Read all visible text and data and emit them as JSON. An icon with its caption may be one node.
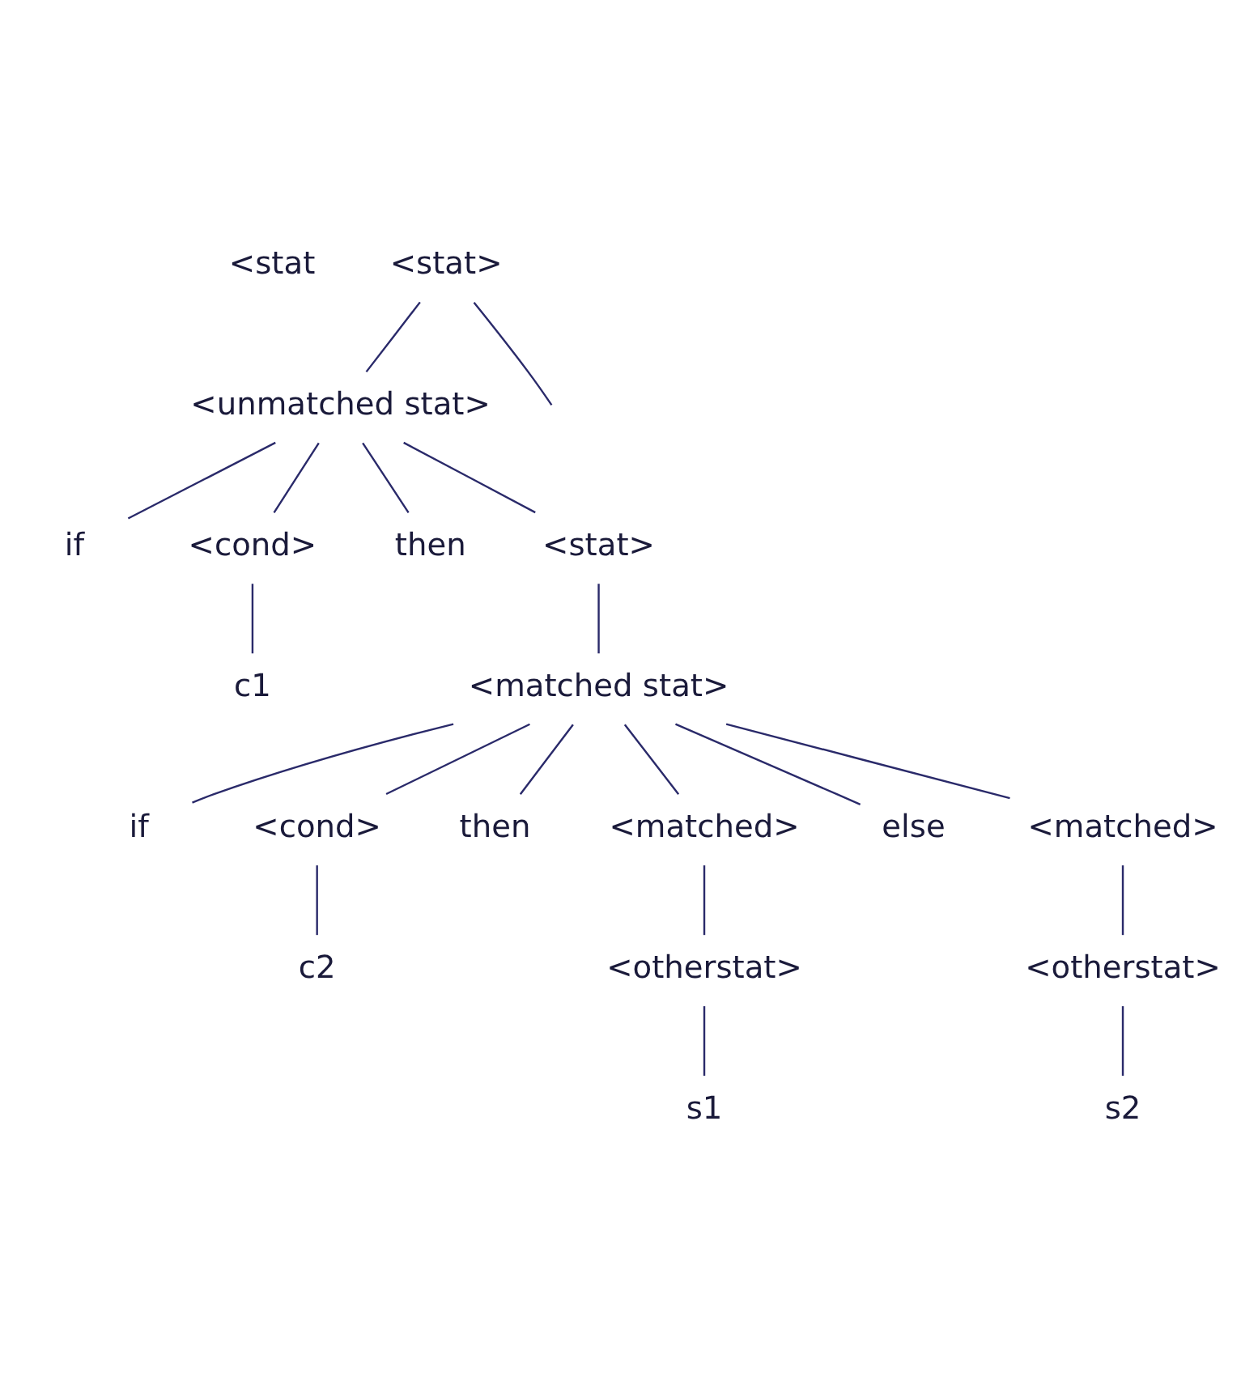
{
  "diagram": {
    "nodes": [
      {
        "text": [
          "<stat>"
        ]
      },
      {
        "text": [
          "<unmatched stat>"
        ]
      },
      {
        "text": [
          "if"
        ]
      },
      {
        "text": [
          "<cond>"
        ]
      },
      {
        "text": [
          "then"
        ]
      },
      {
        "text": [
          "<stat>"
        ]
      },
      {
        "text": [
          "c1"
        ]
      },
      {
        "text": [
          "<matched stat>"
        ]
      },
      {
        "text": [
          "if"
        ]
      },
      {
        "text": [
          "<cond>"
        ]
      },
      {
        "text": [
          "then"
        ]
      },
      {
        "text": [
          "<matched>"
        ]
      },
      {
        "text": [
          "else"
        ]
      },
      {
        "text": [
          "<matched>"
        ]
      },
      {
        "text": [
          "c2"
        ]
      },
      {
        "text": [
          "<otherstat>"
        ]
      },
      {
        "text": [
          "<otherstat>"
        ]
      },
      {
        "text": [
          "s1"
        ]
      },
      {
        "text": [
          "s2"
        ]
      }
    ],
    "edges": [
      {
        "from": 0,
        "to": null,
        "arrow": "none"
      },
      {
        "from": 0,
        "to": 1,
        "arrow": "none"
      },
      {
        "from": 1,
        "to": 2,
        "arrow": "none"
      },
      {
        "from": 1,
        "to": 3,
        "arrow": "none"
      },
      {
        "from": 1,
        "to": 4,
        "arrow": "none"
      },
      {
        "from": 1,
        "to": 5,
        "arrow": "none"
      },
      {
        "from": 3,
        "to": 6,
        "arrow": "none"
      },
      {
        "from": 5,
        "to": 7,
        "arrow": "none"
      },
      {
        "from": 7,
        "to": 8,
        "arrow": "none"
      },
      {
        "from": 7,
        "to": 9,
        "arrow": "none"
      },
      {
        "from": 7,
        "to": 10,
        "arrow": "none"
      },
      {
        "from": 7,
        "to": 11,
        "arrow": "none"
      },
      {
        "from": 7,
        "to": 12,
        "arrow": "none"
      },
      {
        "from": 7,
        "to": 13,
        "arrow": "none"
      },
      {
        "from": 9,
        "to": 14,
        "arrow": "none"
      },
      {
        "from": 11,
        "to": 15,
        "arrow": "none"
      },
      {
        "from": 13,
        "to": 16,
        "arrow": "none"
      },
      {
        "from": 15,
        "to": 17,
        "arrow": "none"
      },
      {
        "from": 16,
        "to": 18,
        "arrow": "none"
      }
    ],
    "labels": [
      "<stat"
    ]
  }
}
